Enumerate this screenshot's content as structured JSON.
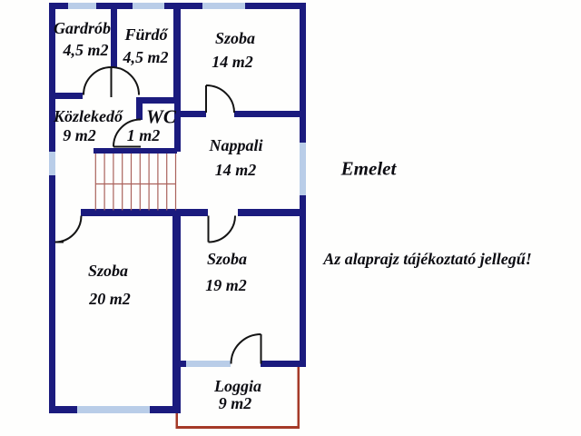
{
  "floor_title": "Emelet",
  "disclaimer": "Az alaprajz tájékoztató jellegű!",
  "rooms": [
    {
      "id": "gardrob",
      "name": "Gardrób",
      "area": "4,5 m2"
    },
    {
      "id": "furdo",
      "name": "Fürdő",
      "area": "4,5 m2"
    },
    {
      "id": "szoba14",
      "name": "Szoba",
      "area": "14 m2"
    },
    {
      "id": "kozlekedo",
      "name": "Közlekedő",
      "area": "9 m2"
    },
    {
      "id": "wc",
      "name": "WC",
      "area": "1 m2"
    },
    {
      "id": "nappali",
      "name": "Nappali",
      "area": "14 m2"
    },
    {
      "id": "szoba20",
      "name": "Szoba",
      "area": "20 m2"
    },
    {
      "id": "szoba19",
      "name": "Szoba",
      "area": "19 m2"
    },
    {
      "id": "loggia",
      "name": "Loggia",
      "area": "9 m2"
    }
  ],
  "colors": {
    "wall": "#1b1b7e",
    "window": "#b9cde8",
    "loggia_outline": "#a53a28",
    "stairs": "#aa625c",
    "door": "#141414",
    "text": "#0c0c12",
    "background": "#ffffff"
  }
}
